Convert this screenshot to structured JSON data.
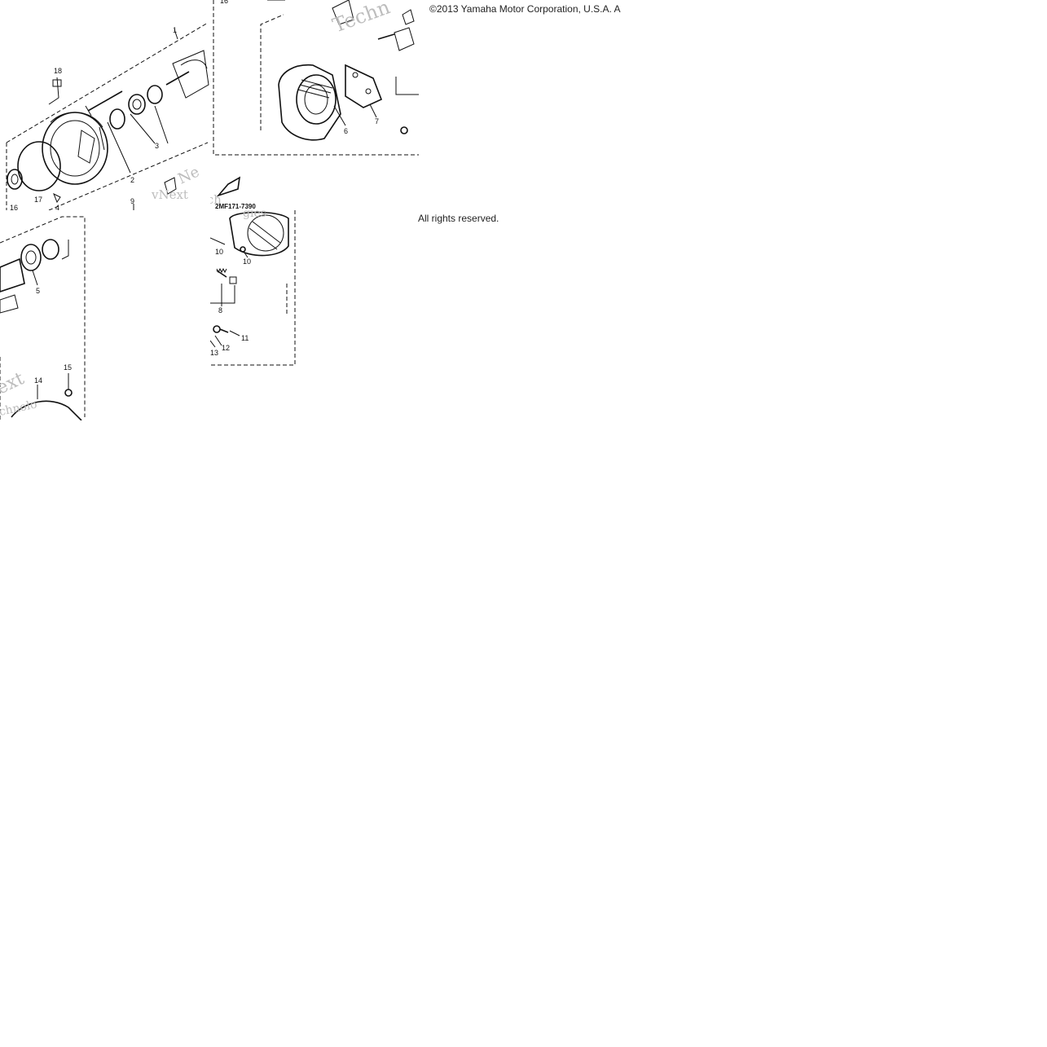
{
  "copyright": "©2013 Yamaha Motor Corporation, U.S.A. A",
  "rights": "All rights reserved.",
  "diagram": {
    "part_number": "2MF171-7390",
    "watermark": {
      "brand_fragment_a": "vNext",
      "brand_fragment_b": "Tech",
      "brand_fragment_c": "ext",
      "brand_fragment_d": "chnolo",
      "brand_fragment_e": "Ne",
      "brand_fragment_f": "Techn",
      "brand_fragment_g": "gies"
    },
    "callouts": {
      "c1": "1",
      "c2": "2",
      "c3": "3",
      "c4": "4",
      "c5": "5",
      "c6": "6",
      "c7": "7",
      "c8": "8",
      "c9": "9",
      "c10a": "10",
      "c10b": "10",
      "c11": "11",
      "c12": "12",
      "c13": "13",
      "c14": "14",
      "c15": "15",
      "c16a": "16",
      "c16b": "16",
      "c17": "17",
      "c18": "18"
    }
  }
}
